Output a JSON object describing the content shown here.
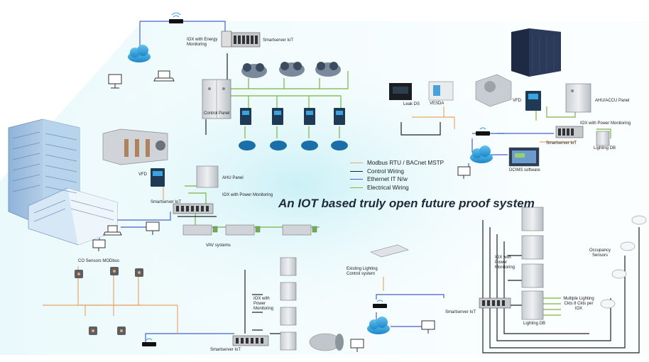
{
  "title": "An IOT based truly open future proof system",
  "legend": [
    {
      "label": "Modbus RTU / BACnet MSTP",
      "color": "#e8a76a"
    },
    {
      "label": "Control Wiring",
      "color": "#222222"
    },
    {
      "label": "Ethernet IT N/w",
      "color": "#4a5fc8"
    },
    {
      "label": "Electrical Wiring",
      "color": "#7cb342"
    }
  ],
  "labels": {
    "iox_energy": "IOX with Energy Monitoring",
    "smartserver_top": "Smartserver IoT",
    "control_panel": "Control Panel",
    "leak_ds": "Leak DS",
    "vesda": "VESDA",
    "vfd_right": "VFD",
    "ahu_accu_panel": "AHU/ACCU Panel",
    "iox_power_right": "IOX with Power Monitoring",
    "smartserver_right": "Smartserver IoT",
    "lighting_db_right": "Lighting DB",
    "dcims": "DCIMS software",
    "vfd_left": "VFD",
    "ahu_panel": "AHU Panel",
    "iox_power_left": "IOX with Power Monitoring",
    "smartserver_left": "Smartserver IoT",
    "vav": "VAV systems",
    "co_sensors": "CO Sensors MODbus",
    "iox_power_bottom": "IOX with Power Monitoring",
    "smartserver_bottom": "Smartserver IoT",
    "existing_lighting": "Existing Lighting Control system",
    "smartserver_br": "Smartserver IoT",
    "iox_power_br": "IOX with Power Monitoring",
    "occupancy": "Occupancy Sensors",
    "multiple_ckts": "Multiple Lighting Ckts 8 Ckts per IOX",
    "lighting_db_br": "Lighting DB"
  },
  "colors": {
    "modbus": "#e8a76a",
    "control": "#222222",
    "ethernet": "#4a5fc8",
    "electrical": "#7cb342",
    "cloud": "#3aa4e0",
    "glow": "#c8f0f6"
  }
}
